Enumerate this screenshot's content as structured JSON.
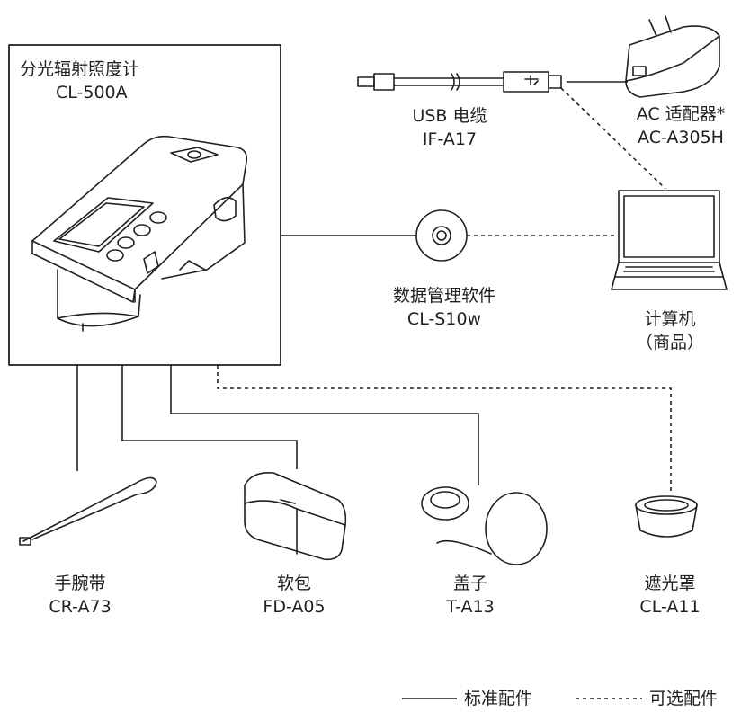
{
  "main_unit": {
    "name": "分光辐射照度计",
    "model": "CL-500A"
  },
  "usb_cable": {
    "name": "USB 电缆",
    "model": "IF-A17"
  },
  "ac_adapter": {
    "name": "AC 适配器*",
    "model": "AC-A305H"
  },
  "software": {
    "name": "数据管理软件",
    "model": "CL-S10w"
  },
  "computer": {
    "name": "计算机",
    "note": "（商品）"
  },
  "wrist_strap": {
    "name": "手腕带",
    "model": "CR-A73"
  },
  "soft_case": {
    "name": "软包",
    "model": "FD-A05"
  },
  "cap": {
    "name": "盖子",
    "model": "T-A13"
  },
  "hood": {
    "name": "遮光罩",
    "model": "CL-A11"
  },
  "legend": {
    "standard": "标准配件",
    "optional": "可选配件"
  }
}
